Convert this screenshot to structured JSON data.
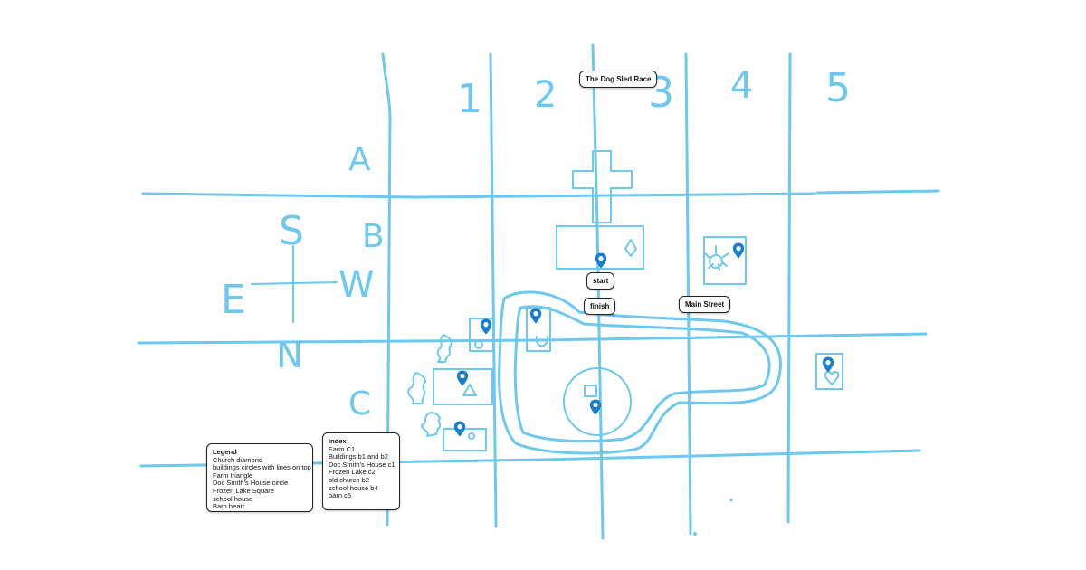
{
  "colors": {
    "ink": "#6cc8ef",
    "pin": "#1a7fc9"
  },
  "title": "The Dog Sled Race",
  "columns": [
    "1",
    "2",
    "3",
    "4",
    "5"
  ],
  "rows": [
    "A",
    "B",
    "C"
  ],
  "compass": {
    "top": "S",
    "left": "E",
    "right": "W",
    "bottom": "N"
  },
  "labels": {
    "start": "start",
    "finish": "finish",
    "main_street": "Main Street"
  },
  "legend": {
    "title": "Legend",
    "items": [
      "Church diamond",
      "buildings circles with lines on top",
      "Farm triangle",
      "Doc Smith's House circle",
      "Frozen Lake Square",
      "school house",
      "Barn heart"
    ]
  },
  "index": {
    "title": "Index",
    "items": [
      "Farm C1",
      "Buildings b1 and b2",
      "Doc Smith's  House c1",
      "Frozen Lake c2",
      "old church b2",
      "school house b4",
      "barn c5"
    ]
  },
  "pins": [
    "church-pin",
    "school-house-pin",
    "buildings-b1-pin",
    "buildings-b2-pin",
    "farm-pin",
    "doc-smith-house-pin",
    "frozen-lake-pin",
    "barn-pin"
  ],
  "icons": {
    "pin": "map-pin-icon",
    "compass": "compass-icon"
  }
}
